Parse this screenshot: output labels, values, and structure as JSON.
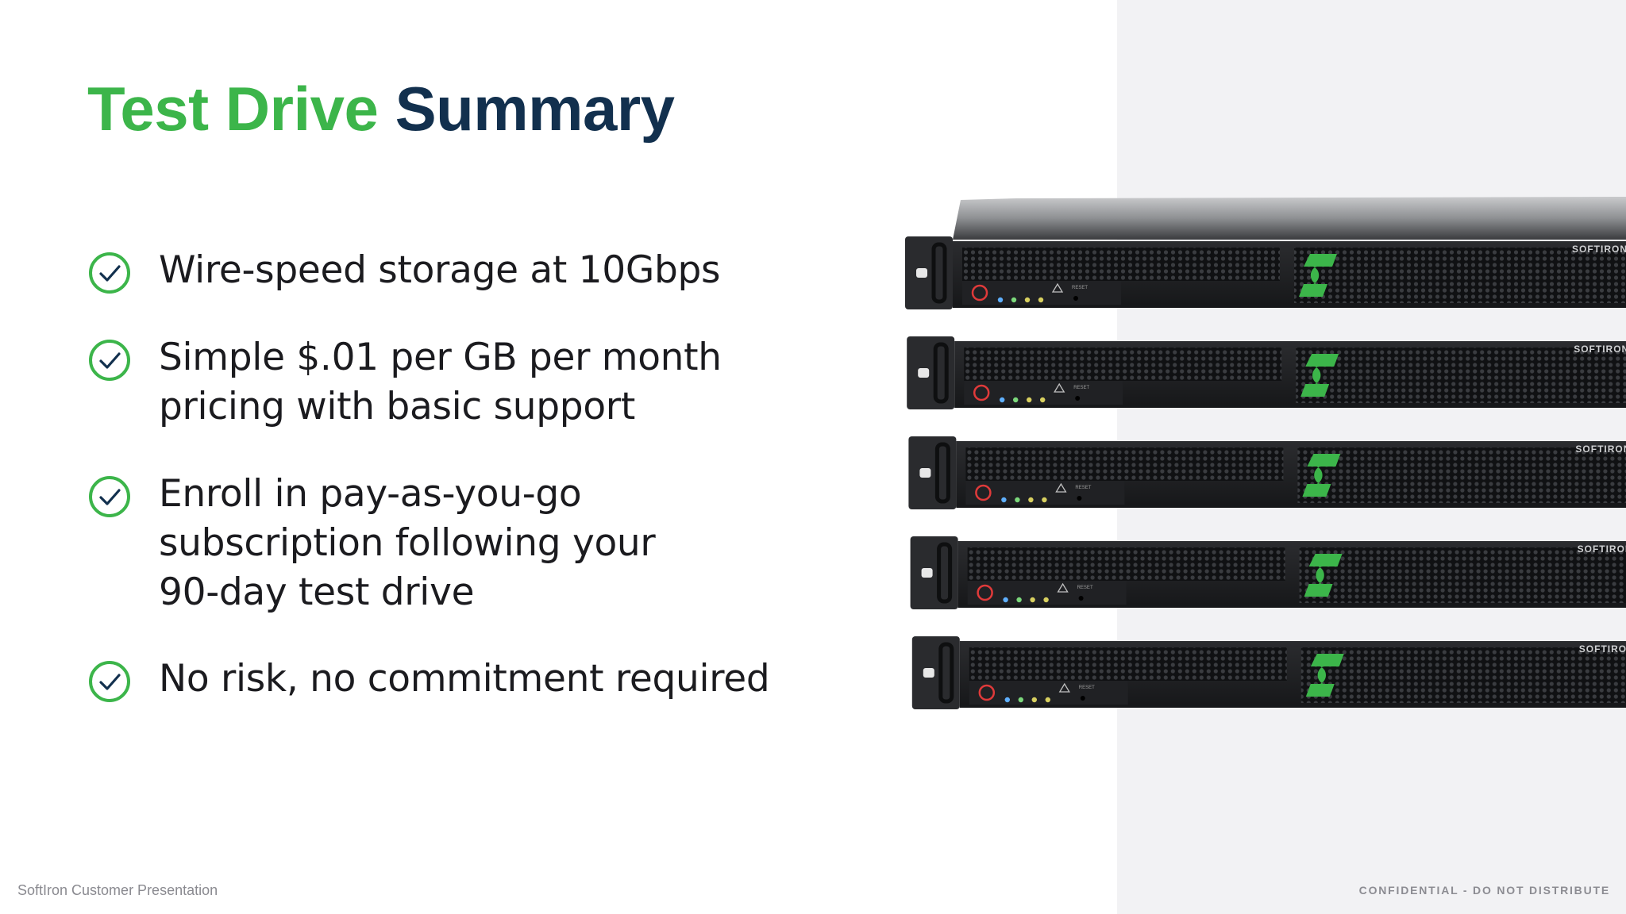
{
  "slide": {
    "title": {
      "part1": "Test Drive",
      "part2": "Summary"
    },
    "bullets": [
      {
        "lines": [
          "Wire-speed storage at 10Gbps"
        ]
      },
      {
        "lines": [
          "Simple $.01 per GB per month",
          "pricing with basic support"
        ]
      },
      {
        "lines": [
          "Enroll in pay-as-you-go",
          "subscription following your",
          "90-day test drive"
        ]
      },
      {
        "lines": [
          "No risk, no commitment required"
        ]
      }
    ],
    "image": {
      "brand_label": "SOFTIRON",
      "button_label": "RESET",
      "unit_count": 5
    },
    "footer": {
      "left": "SoftIron Customer Presentation",
      "right": "CONFIDENTIAL - DO NOT DISTRIBUTE"
    }
  },
  "colors": {
    "accent_green": "#3cb54a",
    "title_navy": "#12304e",
    "body_text": "#1b1b1f",
    "panel_gray": "#f2f2f4",
    "server_dark": "#1e1f21"
  }
}
